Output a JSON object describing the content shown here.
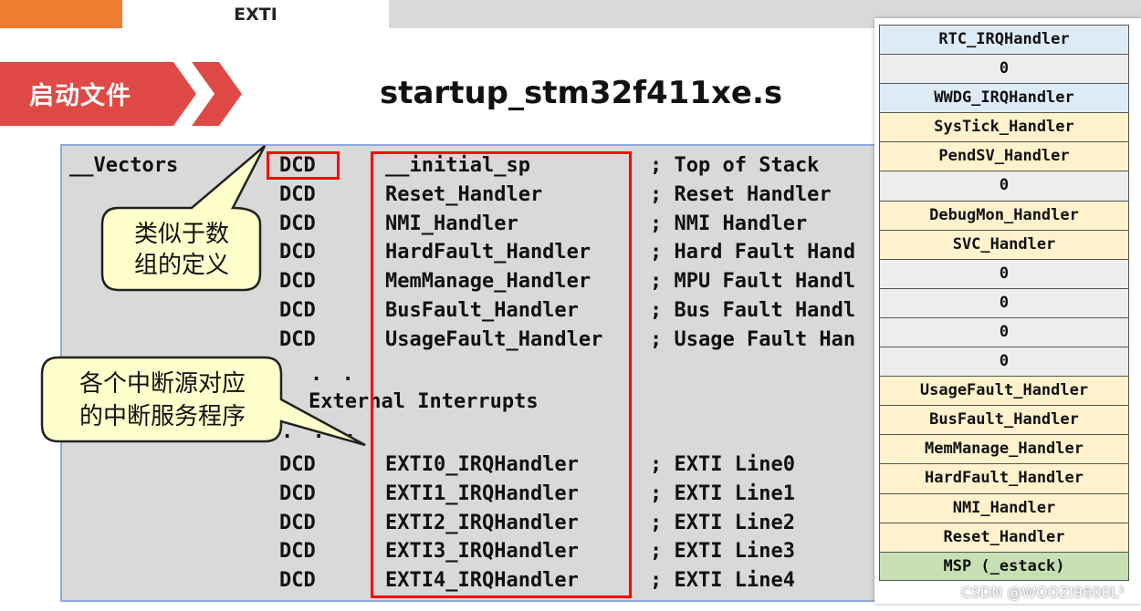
{
  "header": {
    "tab_label": "EXTI"
  },
  "banner": {
    "label": "启动文件"
  },
  "file_title": "startup_stm32f411xe.s",
  "code": {
    "vectors_label": "__Vectors",
    "rows_top": [
      {
        "directive": "DCD",
        "handler": "__initial_sp",
        "comment": "; Top of Stack"
      },
      {
        "directive": "DCD",
        "handler": "Reset_Handler",
        "comment": "; Reset Handler"
      },
      {
        "directive": "DCD",
        "handler": "NMI_Handler",
        "comment": "; NMI Handler"
      },
      {
        "directive": "DCD",
        "handler": "HardFault_Handler",
        "comment": "; Hard Fault Hand"
      },
      {
        "directive": "DCD",
        "handler": "MemManage_Handler",
        "comment": "; MPU Fault Handl"
      },
      {
        "directive": "DCD",
        "handler": "BusFault_Handler",
        "comment": "; Bus Fault Handl"
      },
      {
        "directive": "DCD",
        "handler": "UsageFault_Handler",
        "comment": "; Usage Fault Han"
      }
    ],
    "dots_1": ". .",
    "external_label": "External Interrupts",
    "dots_2": ". . .",
    "rows_bottom": [
      {
        "directive": "DCD",
        "handler": "EXTI0_IRQHandler",
        "comment": "; EXTI Line0"
      },
      {
        "directive": "DCD",
        "handler": "EXTI1_IRQHandler",
        "comment": "; EXTI Line1"
      },
      {
        "directive": "DCD",
        "handler": "EXTI2_IRQHandler",
        "comment": "; EXTI Line2"
      },
      {
        "directive": "DCD",
        "handler": "EXTI3_IRQHandler",
        "comment": "; EXTI Line3"
      },
      {
        "directive": "DCD",
        "handler": "EXTI4_IRQHandler",
        "comment": "; EXTI Line4"
      }
    ]
  },
  "callouts": {
    "array_line1": "类似于数",
    "array_line2": "组的定义",
    "isr_line1": "各个中断源对应",
    "isr_line2": "的中断服务程序"
  },
  "vector_table": [
    {
      "label": "RTC_IRQHandler",
      "color": "#ddebf7"
    },
    {
      "label": "0",
      "color": "#ededed"
    },
    {
      "label": "WWDG_IRQHandler",
      "color": "#ddebf7"
    },
    {
      "label": "SysTick_Handler",
      "color": "#fff2cc"
    },
    {
      "label": "PendSV_Handler",
      "color": "#fff2cc"
    },
    {
      "label": "0",
      "color": "#ededed"
    },
    {
      "label": "DebugMon_Handler",
      "color": "#fff2cc"
    },
    {
      "label": "SVC_Handler",
      "color": "#fff2cc"
    },
    {
      "label": "0",
      "color": "#ededed"
    },
    {
      "label": "0",
      "color": "#ededed"
    },
    {
      "label": "0",
      "color": "#ededed"
    },
    {
      "label": "0",
      "color": "#ededed"
    },
    {
      "label": "UsageFault_Handler",
      "color": "#fff2cc"
    },
    {
      "label": "BusFault_Handler",
      "color": "#fff2cc"
    },
    {
      "label": "MemManage_Handler",
      "color": "#fff2cc"
    },
    {
      "label": "HardFault_Handler",
      "color": "#fff2cc"
    },
    {
      "label": "NMI_Handler",
      "color": "#fff2cc"
    },
    {
      "label": "Reset_Handler",
      "color": "#fff2cc"
    },
    {
      "label": "MSP (_estack)",
      "color": "#c6e0b4"
    }
  ],
  "watermark": "CSDN @WOOZI9600L²",
  "colors": {
    "accent_orange": "#ed7d31",
    "banner_red": "#e04a46",
    "highlight_red": "#ff0000",
    "callout_fill": "#ffffcc"
  }
}
